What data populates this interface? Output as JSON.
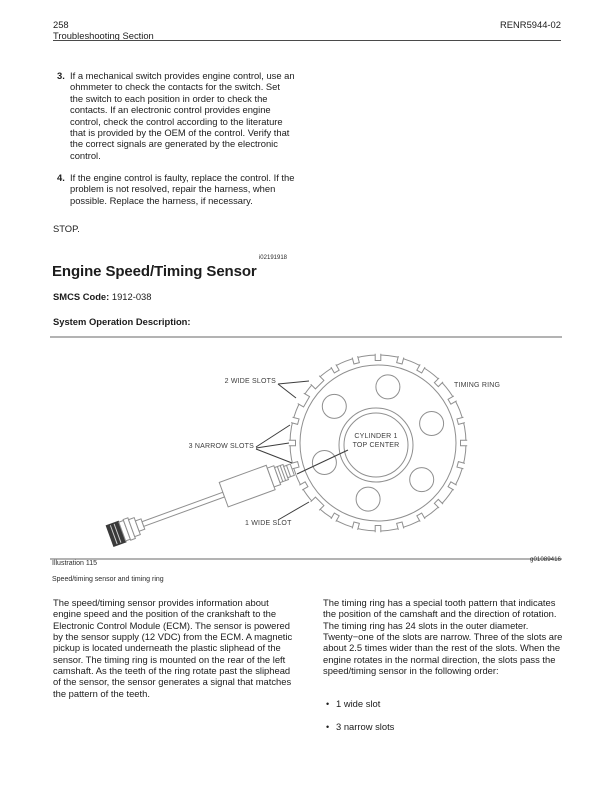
{
  "header": {
    "page_number": "258",
    "section": "Troubleshooting Section",
    "doc_code": "RENR5944-02"
  },
  "steps": [
    {
      "num": "3.",
      "text": "If a mechanical switch provides engine control, use an ohmmeter to check the contacts for the switch. Set the switch to each position in order to check the contacts. If an electronic control provides engine control, check the control according to the literature that is provided by the OEM of the control. Verify that the correct signals are generated by the electronic control."
    },
    {
      "num": "4.",
      "text": "If the engine control is faulty, replace the control. If the problem is not resolved, repair the harness, when possible. Replace the harness, if necessary."
    }
  ],
  "stop_text": "STOP.",
  "article_id": "i02191918",
  "title": "Engine Speed/Timing Sensor",
  "smcs": {
    "label": "SMCS Code:",
    "value": "1912-038"
  },
  "section_heading": "System Operation Description:",
  "figure": {
    "labels": {
      "two_wide_slots": "2 WIDE SLOTS",
      "three_narrow_slots": "3 NARROW SLOTS",
      "timing_ring": "TIMING RING",
      "one_wide_slot": "1 WIDE SLOT",
      "hub_line1": "CYLINDER 1",
      "hub_line2": "TOP CENTER"
    },
    "illustration_number": "Illustration 115",
    "graphic_code": "g01089416",
    "caption": "Speed/timing sensor and timing ring"
  },
  "body": {
    "left_paragraph": "The speed/timing sensor provides information about engine speed and the position of the crankshaft to the Electronic Control Module (ECM). The sensor is powered by the sensor supply (12 VDC) from the ECM. A magnetic pickup is located underneath the plastic sliphead of the sensor. The timing ring is mounted on the rear of the left camshaft. As the teeth of the ring rotate past the sliphead of the sensor, the sensor generates a signal that matches the pattern of the teeth.",
    "right_paragraph": "The timing ring has a special tooth pattern that indicates the position of the camshaft and the direction of rotation. The timing ring has 24 slots in the outer diameter. Twenty−one of the slots are narrow. Three of the slots are about 2.5 times wider than the rest of the slots. When the engine rotates in the normal direction, the slots pass the speed/timing sensor in the following order:",
    "bullets": [
      "1 wide slot",
      "3 narrow slots"
    ]
  },
  "colors": {
    "ink": "#1c1c1c",
    "line_art": "#8f8f8f"
  }
}
